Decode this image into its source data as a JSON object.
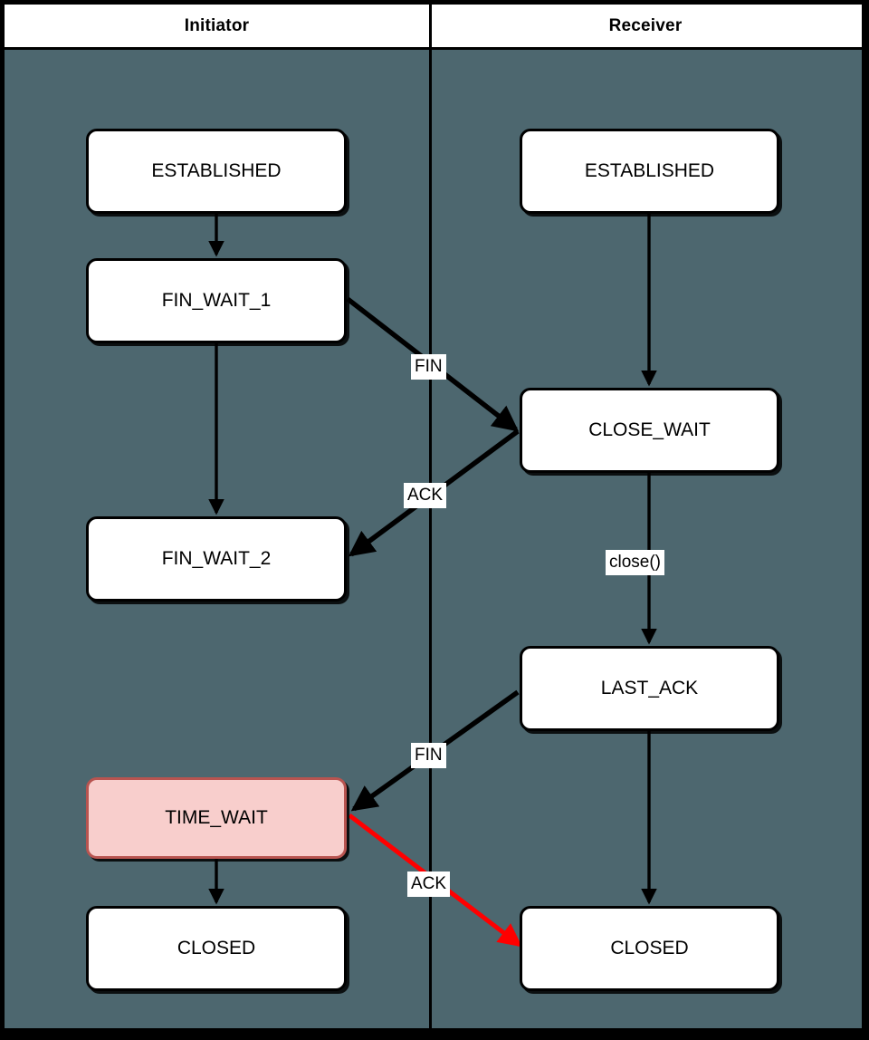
{
  "diagram": {
    "type": "tcp-connection-termination-state-diagram",
    "background_color": "#4d676f",
    "frame_color": "#000000",
    "highlight_fill": "#f8cecc",
    "highlight_stroke": "#b85450",
    "accent_color": "#ff0000"
  },
  "lanes": [
    {
      "id": "initiator",
      "title": "Initiator"
    },
    {
      "id": "receiver",
      "title": "Receiver"
    }
  ],
  "nodes": {
    "initiator_established": {
      "label": "ESTABLISHED",
      "lane": "initiator"
    },
    "fin_wait_1": {
      "label": "FIN_WAIT_1",
      "lane": "initiator"
    },
    "fin_wait_2": {
      "label": "FIN_WAIT_2",
      "lane": "initiator"
    },
    "time_wait": {
      "label": "TIME_WAIT",
      "lane": "initiator",
      "highlighted": true
    },
    "initiator_closed": {
      "label": "CLOSED",
      "lane": "initiator"
    },
    "receiver_established": {
      "label": "ESTABLISHED",
      "lane": "receiver"
    },
    "close_wait": {
      "label": "CLOSE_WAIT",
      "lane": "receiver"
    },
    "last_ack": {
      "label": "LAST_ACK",
      "lane": "receiver"
    },
    "receiver_closed": {
      "label": "CLOSED",
      "lane": "receiver"
    }
  },
  "edges": [
    {
      "id": "e1",
      "from": "initiator_established",
      "to": "fin_wait_1",
      "label": "",
      "color": "#000000"
    },
    {
      "id": "e2",
      "from": "fin_wait_1",
      "to": "close_wait",
      "label": "FIN",
      "color": "#000000"
    },
    {
      "id": "e3",
      "from": "close_wait",
      "to": "fin_wait_2",
      "label": "ACK",
      "color": "#000000"
    },
    {
      "id": "e4",
      "from": "fin_wait_1",
      "to": "fin_wait_2",
      "label": "",
      "color": "#000000"
    },
    {
      "id": "e5",
      "from": "receiver_established",
      "to": "close_wait",
      "label": "",
      "color": "#000000"
    },
    {
      "id": "e6",
      "from": "close_wait",
      "to": "last_ack",
      "label": "close()",
      "color": "#000000"
    },
    {
      "id": "e7",
      "from": "last_ack",
      "to": "time_wait",
      "label": "FIN",
      "color": "#000000"
    },
    {
      "id": "e8",
      "from": "time_wait",
      "to": "initiator_closed",
      "label": "",
      "color": "#000000"
    },
    {
      "id": "e9",
      "from": "time_wait",
      "to": "receiver_closed",
      "label": "ACK",
      "color": "#ff0000"
    },
    {
      "id": "e10",
      "from": "last_ack",
      "to": "receiver_closed",
      "label": "",
      "color": "#000000"
    }
  ]
}
